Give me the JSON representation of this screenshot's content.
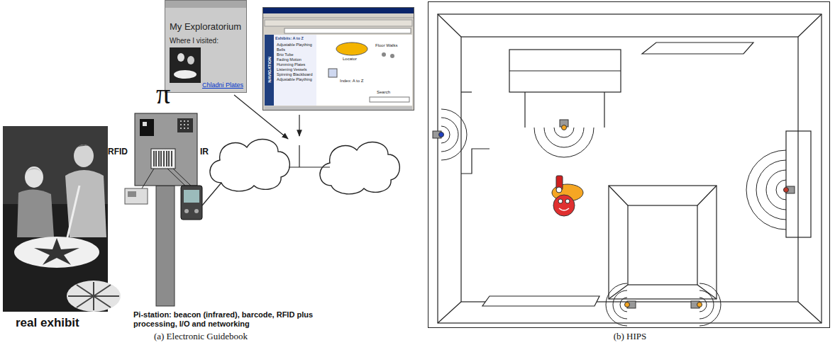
{
  "diagram": {
    "nodes": [
      {
        "text": [
          "My Exploratorium",
          "Where I visited:",
          "Chladni Plates"
        ]
      },
      {
        "text": [
          "NAVIGATION",
          "Exhibits: A to Z",
          "Adjustable Plaything",
          "Bells",
          "Brio Tube",
          "Fading Motion",
          "Humming Plates",
          "Listening Vessels",
          "Spinning Blackboard",
          "Adjustable Plaything",
          "Locator",
          "Floor Walks",
          "Index: A to Z",
          "Search"
        ]
      },
      {
        "text": [
          "π"
        ]
      }
    ],
    "labels": [
      "RFID",
      "IR",
      "real exhibit",
      "Pi-station: beacon (infrared), barcode, RFID plus processing, I/O and networking",
      "(a) Electronic Guidebook",
      "(b) HIPS"
    ]
  }
}
